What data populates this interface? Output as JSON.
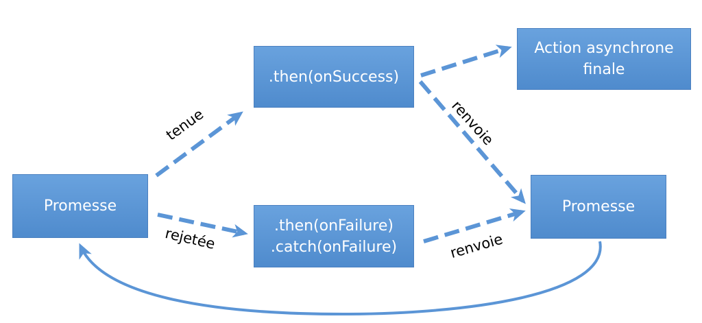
{
  "nodes": {
    "promesse_left": "Promesse",
    "then_success": ".then(onSuccess)",
    "then_failure": ".then(onFailure)\n.catch(onFailure)",
    "action": "Action asynchrone\nfinale",
    "promesse_right": "Promesse"
  },
  "edges": {
    "tenue": "tenue",
    "rejetee": "rejetée",
    "renvoie_top": "renvoie",
    "renvoie_bottom": "renvoie"
  },
  "colors": {
    "box": "#5b95d6",
    "arrow": "#5b95d6"
  }
}
